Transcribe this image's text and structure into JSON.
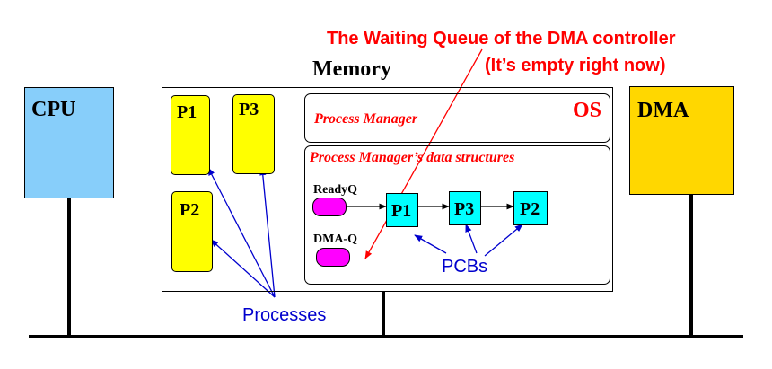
{
  "annotation": {
    "line1": "The Waiting Queue of the DMA controller",
    "line2": "(It’s empty right now)"
  },
  "memory": {
    "title": "Memory"
  },
  "cpu": {
    "label": "CPU"
  },
  "dma": {
    "label": "DMA"
  },
  "processes": [
    {
      "label": "P1"
    },
    {
      "label": "P3"
    },
    {
      "label": "P2"
    }
  ],
  "os": {
    "label": "OS",
    "process_manager": "Process Manager",
    "data_structures_title": "Process Manager’s data structures",
    "ready_queue_label": "ReadyQ",
    "dma_queue_label": "DMA-Q"
  },
  "pcbs": [
    {
      "label": "P1"
    },
    {
      "label": "P3"
    },
    {
      "label": "P2"
    }
  ],
  "captions": {
    "pcbs": "PCBs",
    "processes": "Processes"
  },
  "colors": {
    "cpu": "#87cefa",
    "dma": "#ffd700",
    "process": "#ffff00",
    "pcb": "#00ffff",
    "queue_head": "#ff00ff",
    "annotation": "#ff0000",
    "caption": "#0000cd"
  }
}
